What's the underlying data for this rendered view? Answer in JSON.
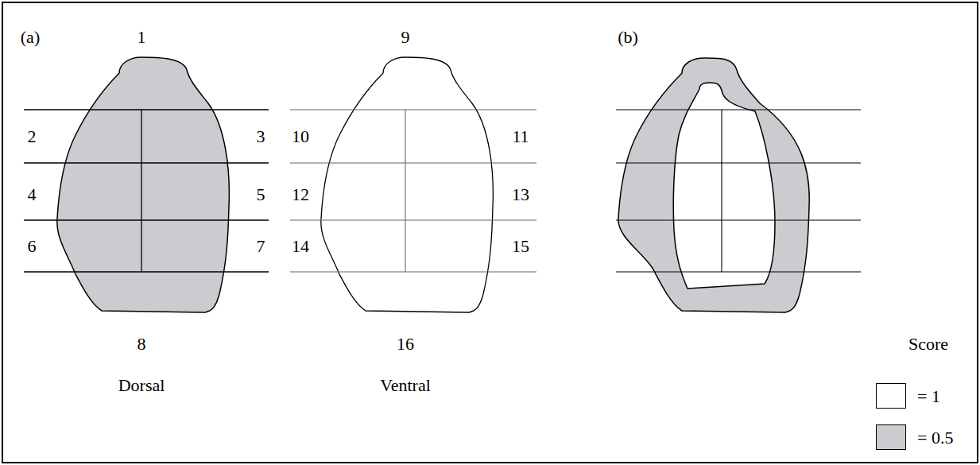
{
  "diagram": {
    "labels": [
      "(a)",
      "1",
      "2",
      "3",
      "4",
      "5",
      "6",
      "7",
      "8",
      "Dorsal",
      "9",
      "10",
      "11",
      "12",
      "13",
      "14",
      "15",
      "16",
      "Ventral",
      "(b)",
      "Score"
    ],
    "legend": [
      {
        "text": "= 1",
        "color": "#ffffff"
      },
      {
        "text": "= 0.5",
        "color": "#ccccd0"
      }
    ]
  }
}
